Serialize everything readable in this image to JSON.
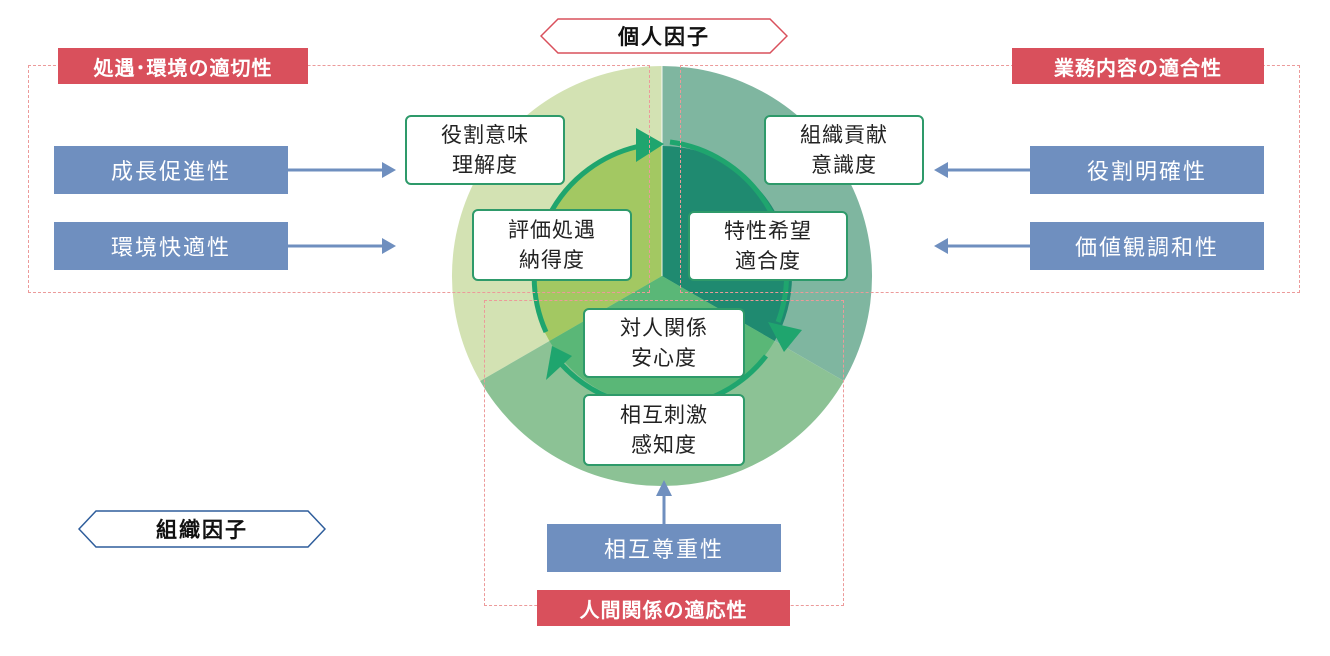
{
  "header": {
    "individual_factor": "個人因子",
    "organization_factor": "組織因子"
  },
  "categories": {
    "treatment_environment": "処遇･環境の適切性",
    "work_content": "業務内容の適合性",
    "human_relations": "人間関係の適応性"
  },
  "left_factors": {
    "growth": "成長促進性",
    "environment": "環境快適性"
  },
  "right_factors": {
    "role_clarity": "役割明確性",
    "values": "価値観調和性"
  },
  "bottom_factor": {
    "mutual_respect": "相互尊重性"
  },
  "inner_boxes": {
    "role_meaning": [
      "役割意味",
      "理解度"
    ],
    "evaluation": [
      "評価処遇",
      "納得度"
    ],
    "contribution": [
      "組織貢献",
      "意識度"
    ],
    "aptitude": [
      "特性希望",
      "適合度"
    ],
    "relationship": [
      "対人関係",
      "安心度"
    ],
    "stimulation": [
      "相互刺激",
      "感知度"
    ]
  },
  "colors": {
    "red": "#d9505c",
    "blue": "#6f8fbf",
    "dashed": "#ec9a9a",
    "outer_light_green": "#d3e2b3",
    "outer_teal": "#7fb6a0",
    "outer_green": "#8cc295",
    "inner_green": "#a3c862",
    "inner_teal": "#1f8a70",
    "inner_mid": "#5ab777"
  }
}
